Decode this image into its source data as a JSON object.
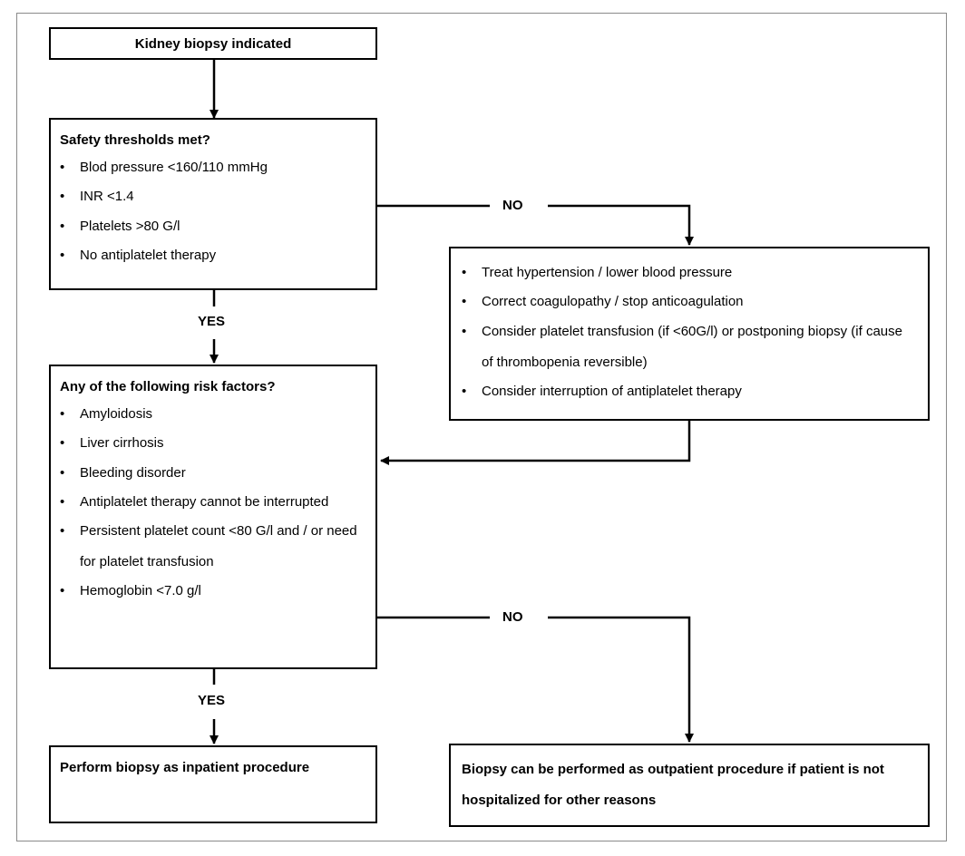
{
  "start": {
    "title": "Kidney biopsy indicated"
  },
  "safety": {
    "title": "Safety thresholds met?",
    "items": [
      "Blod pressure <160/110 mmHg",
      "INR <1.4",
      "Platelets >80 G/l",
      "No antiplatelet therapy"
    ]
  },
  "correct": {
    "items": [
      "Treat hypertension / lower blood pressure",
      "Correct coagulopathy / stop anticoagulation",
      "Consider platelet transfusion (if <60G/l) or postponing biopsy (if cause of thrombopenia reversible)",
      "Consider interruption of antiplatelet therapy"
    ]
  },
  "risk": {
    "title": "Any of the following risk factors?",
    "items": [
      "Amyloidosis",
      "Liver cirrhosis",
      "Bleeding disorder",
      "Antiplatelet therapy cannot be interrupted",
      "Persistent platelet count <80 G/l and / or need for platelet transfusion",
      "Hemoglobin <7.0 g/l"
    ]
  },
  "inpatient": {
    "title": "Perform biopsy as inpatient procedure"
  },
  "outpatient": {
    "title": "Biopsy can be performed as outpatient procedure if patient is not hospitalized for other reasons"
  },
  "labels": {
    "yes": "YES",
    "no": "NO"
  },
  "colors": {
    "line": "#000000",
    "frame": "#8a8a8a"
  }
}
